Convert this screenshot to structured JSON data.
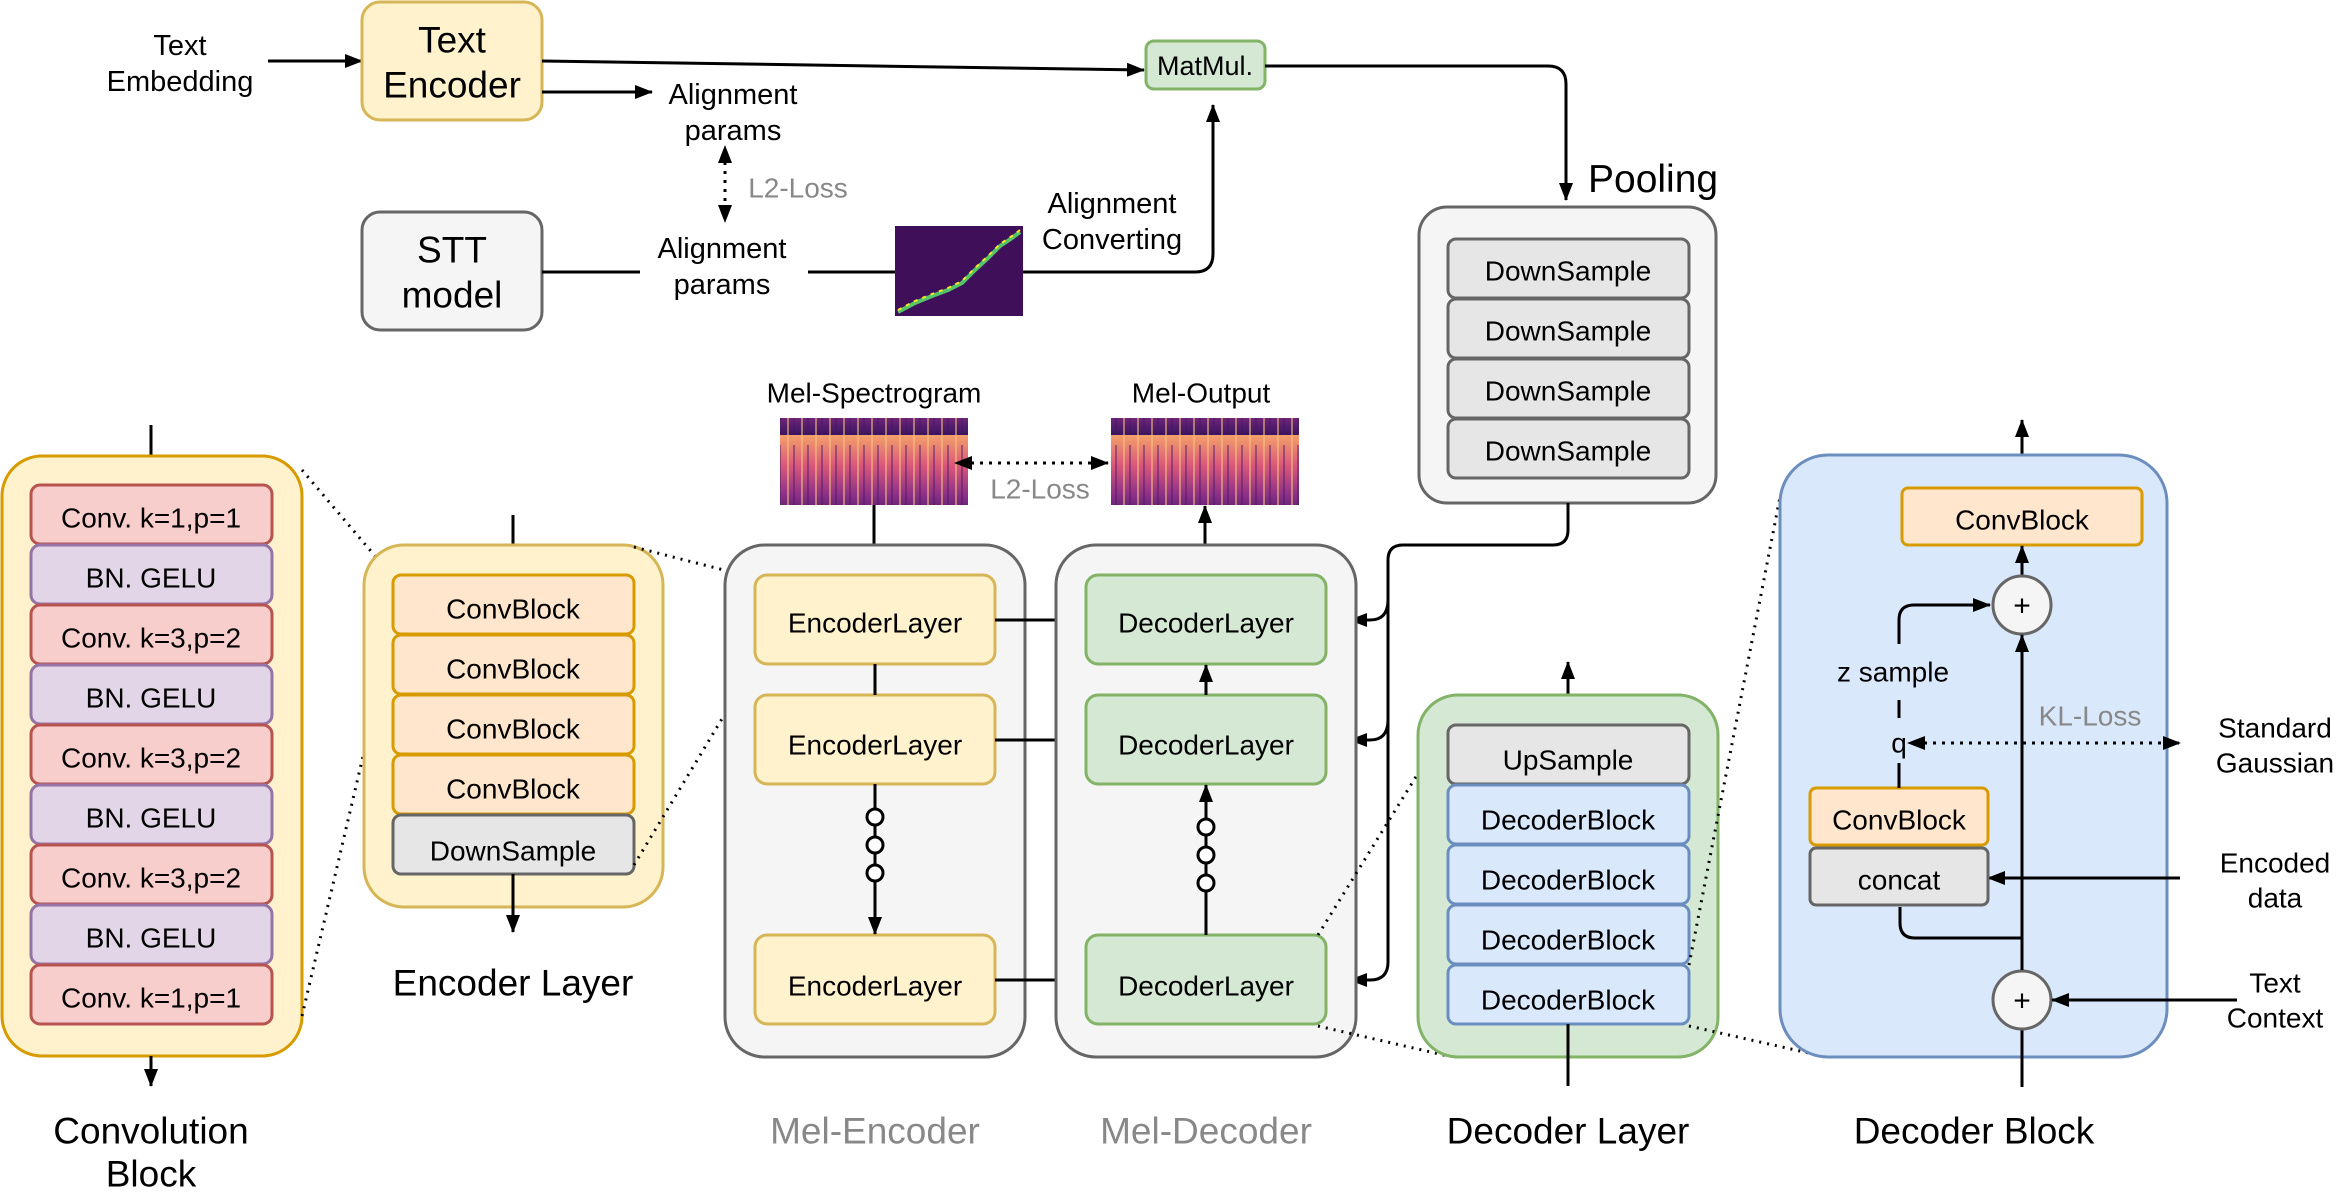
{
  "colors": {
    "yellow_fill": "#fff2cc",
    "yellow_stroke": "#d6b656",
    "orange_fill": "#ffe6cc",
    "orange_stroke": "#d79b00",
    "pink_fill": "#f8cecc",
    "pink_stroke": "#b85450",
    "purple_fill": "#e1d5e7",
    "purple_stroke": "#9673a6",
    "green_fill": "#d5e8d4",
    "green_stroke": "#82b366",
    "blue_fill": "#dae8fc",
    "blue_stroke": "#6c8ebf",
    "gray_fill": "#f5f5f5",
    "gray_stroke": "#666666",
    "darkgray_fill": "#e6e6e6"
  },
  "top": {
    "text_embedding": [
      "Text",
      "Embedding"
    ],
    "text_encoder": [
      "Text",
      "Encoder"
    ],
    "stt_model": [
      "STT",
      "model"
    ],
    "alignment_params_top": [
      "Alignment",
      "params"
    ],
    "alignment_params_bottom": [
      "Alignment",
      "params"
    ],
    "l2_loss_align": "L2-Loss",
    "alignment_converting": [
      "Alignment",
      "Converting"
    ],
    "matmul": "MatMul."
  },
  "pooling": {
    "title": "Pooling",
    "blocks": [
      "DownSample",
      "DownSample",
      "DownSample",
      "DownSample"
    ]
  },
  "spectrogram": {
    "mel_spectrogram": "Mel-Spectrogram",
    "mel_output": "Mel-Output",
    "l2_loss": "L2-Loss"
  },
  "convolution_block": {
    "title": [
      "Convolution",
      "Block"
    ],
    "layers": [
      "Conv. k=1,p=1",
      "BN. GELU",
      "Conv. k=3,p=2",
      "BN. GELU",
      "Conv. k=3,p=2",
      "BN. GELU",
      "Conv. k=3,p=2",
      "BN. GELU",
      "Conv. k=1,p=1"
    ]
  },
  "encoder_layer": {
    "title": "Encoder Layer",
    "blocks": [
      "ConvBlock",
      "ConvBlock",
      "ConvBlock",
      "ConvBlock"
    ],
    "downsample": "DownSample"
  },
  "mel_encoder": {
    "title": "Mel-Encoder",
    "layers": [
      "EncoderLayer",
      "EncoderLayer",
      "EncoderLayer"
    ]
  },
  "mel_decoder": {
    "title": "Mel-Decoder",
    "layers": [
      "DecoderLayer",
      "DecoderLayer",
      "DecoderLayer"
    ]
  },
  "decoder_layer": {
    "title": "Decoder Layer",
    "upsample": "UpSample",
    "blocks": [
      "DecoderBlock",
      "DecoderBlock",
      "DecoderBlock",
      "DecoderBlock"
    ]
  },
  "decoder_block": {
    "title": "Decoder Block",
    "convblock_top": "ConvBlock",
    "convblock_inner": "ConvBlock",
    "concat": "concat",
    "z_sample": "z sample",
    "q": "q",
    "kl_loss": "KL-Loss",
    "plus": "+",
    "standard_gaussian": [
      "Standard",
      "Gaussian"
    ],
    "encoded_data": [
      "Encoded",
      "data"
    ],
    "text_context": [
      "Text",
      "Context"
    ]
  }
}
